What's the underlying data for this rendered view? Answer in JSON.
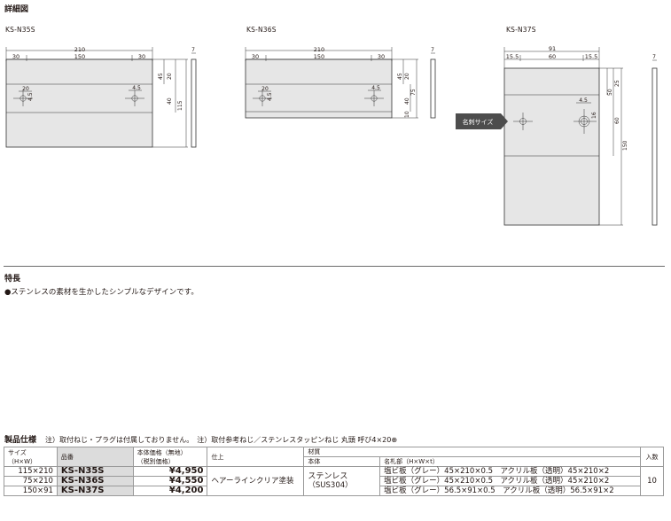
{
  "detail_title": "詳細図",
  "drawings": [
    {
      "model": "KS-N35S",
      "width_dims": [
        "210",
        "30",
        "150",
        "30"
      ],
      "height_dims": [
        "45",
        "20",
        "40",
        "115"
      ],
      "hole_dims": [
        "20",
        "4.5",
        "4.5"
      ],
      "thickness": "7"
    },
    {
      "model": "KS-N36S",
      "width_dims": [
        "210",
        "30",
        "150",
        "30"
      ],
      "height_dims": [
        "45",
        "20",
        "40",
        "75",
        "10"
      ],
      "hole_dims": [
        "20",
        "4.5",
        "4.5"
      ],
      "thickness": "7"
    },
    {
      "model": "KS-N37S",
      "width_dims": [
        "91",
        "15.5",
        "60",
        "15.5"
      ],
      "height_dims": [
        "50",
        "25",
        "60",
        "150"
      ],
      "hole_dims": [
        "4.5",
        "16"
      ],
      "thickness": "7",
      "callout": "名刺サイズ"
    }
  ],
  "features": {
    "title": "特長",
    "items": [
      "●ステンレスの素材を生かしたシンプルなデザインです。"
    ]
  },
  "spec": {
    "title": "製品仕様",
    "note": "注）取付ねじ・プラグは付属しておりません。　注）取付参考ねじ／ステンレスタッピンねじ 丸頭 呼び4×20⊕",
    "headers": {
      "size": "サイズ",
      "size_unit": "（H×W）",
      "model": "品番",
      "price": "本体価格（無地）",
      "price_sub": "（税別価格）",
      "finish": "仕上",
      "material": "材質",
      "body": "本体",
      "plate": "名札部（H×W×t）",
      "qty": "入数"
    },
    "rows": [
      {
        "size": "115×210",
        "model": "KS-N35S",
        "price": "¥4,950",
        "plate": "塩ビ板（グレー）45×210×0.5　アクリル板（透明）45×210×2"
      },
      {
        "size": "75×210",
        "model": "KS-N36S",
        "price": "¥4,550",
        "plate": "塩ビ板（グレー）45×210×0.5　アクリル板（透明）45×210×2"
      },
      {
        "size": "150×91",
        "model": "KS-N37S",
        "price": "¥4,200",
        "plate": "塩ビ板（グレー）56.5×91×0.5　アクリル板（透明）56.5×91×2"
      }
    ],
    "finish": "ヘアーラインクリア塗装",
    "body_material": "ステンレス",
    "body_material_sub": "（SUS304）",
    "qty": "10"
  }
}
